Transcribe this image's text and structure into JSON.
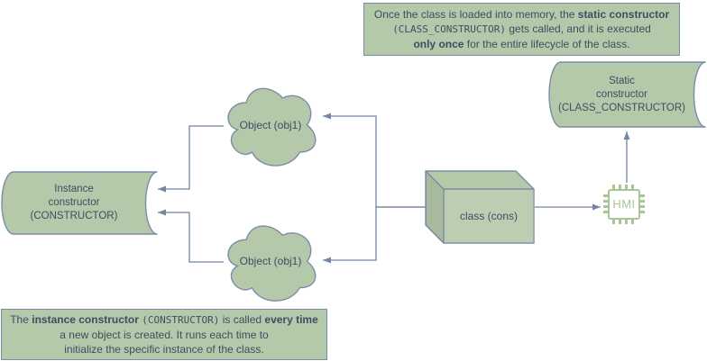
{
  "colors": {
    "background": "#ffffff",
    "shape_fill": "#b4c9aa",
    "shape_stroke": "#7c8ca6",
    "connector_color": "#7385a3",
    "text_color": "#3e4d63",
    "chip_color": "#a8c695"
  },
  "notes": {
    "static_note": {
      "segments": [
        {
          "t": "Once the class is loaded into memory, the "
        },
        {
          "t": "static constructor",
          "b": true
        },
        {
          "br": true
        },
        {
          "t": "(CLASS_CONSTRUCTOR)",
          "m": true
        },
        {
          "t": " gets called, and it is executed"
        },
        {
          "br": true
        },
        {
          "t": "only once",
          "b": true
        },
        {
          "t": " for the entire lifecycle of the class."
        }
      ]
    },
    "instance_note": {
      "segments": [
        {
          "t": "The "
        },
        {
          "t": "instance constructor",
          "b": true
        },
        {
          "t": " "
        },
        {
          "t": "(CONSTRUCTOR)",
          "m": true
        },
        {
          "t": " is called "
        },
        {
          "t": "every time",
          "b": true
        },
        {
          "br": true
        },
        {
          "t": "a new object is created. It runs each time to"
        },
        {
          "br": true
        },
        {
          "t": "initialize the specific instance of the class."
        }
      ]
    }
  },
  "shapes": {
    "static_cylinder": {
      "label": "Static\nconstructor\n(CLASS_CONSTRUCTOR)"
    },
    "instance_cylinder": {
      "label": "Instance\nconstructor\n(CONSTRUCTOR)"
    },
    "cloud_top": {
      "label": "Object (obj1)"
    },
    "cloud_bottom": {
      "label": "Object (obj1)"
    },
    "class_box": {
      "label": "class (cons)"
    },
    "chip": {
      "label": "HMI"
    }
  }
}
